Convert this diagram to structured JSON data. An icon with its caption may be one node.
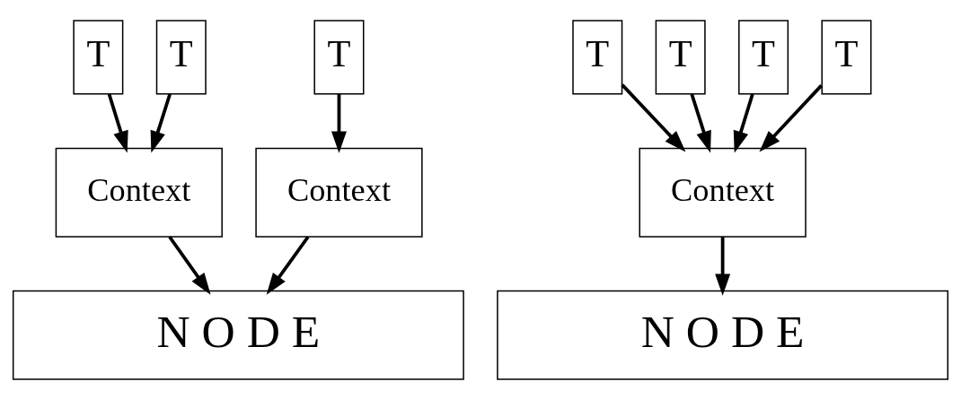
{
  "diagram": {
    "nodes": [
      {
        "text": [
          "T"
        ]
      },
      {
        "text": [
          "T"
        ]
      },
      {
        "text": [
          "T"
        ]
      },
      {
        "text": [
          "T"
        ]
      },
      {
        "text": [
          "T"
        ]
      },
      {
        "text": [
          "T"
        ]
      },
      {
        "text": [
          "T"
        ]
      },
      {
        "text": [
          "Context"
        ]
      },
      {
        "text": [
          "Context"
        ]
      },
      {
        "text": [
          "Context"
        ]
      },
      {
        "text": [
          "N O D E"
        ]
      },
      {
        "text": [
          "N O D E"
        ]
      }
    ],
    "edges": [
      {
        "from": 0,
        "to": 7,
        "arrow": "to"
      },
      {
        "from": 1,
        "to": 7,
        "arrow": "to"
      },
      {
        "from": 2,
        "to": 8,
        "arrow": "to"
      },
      {
        "from": 7,
        "to": 10,
        "arrow": "to"
      },
      {
        "from": 8,
        "to": 10,
        "arrow": "to"
      },
      {
        "from": 3,
        "to": 9,
        "arrow": "to"
      },
      {
        "from": 4,
        "to": 9,
        "arrow": "to"
      },
      {
        "from": 5,
        "to": 9,
        "arrow": "to"
      },
      {
        "from": 6,
        "to": 9,
        "arrow": "to"
      },
      {
        "from": 9,
        "to": 11,
        "arrow": "to"
      }
    ]
  }
}
